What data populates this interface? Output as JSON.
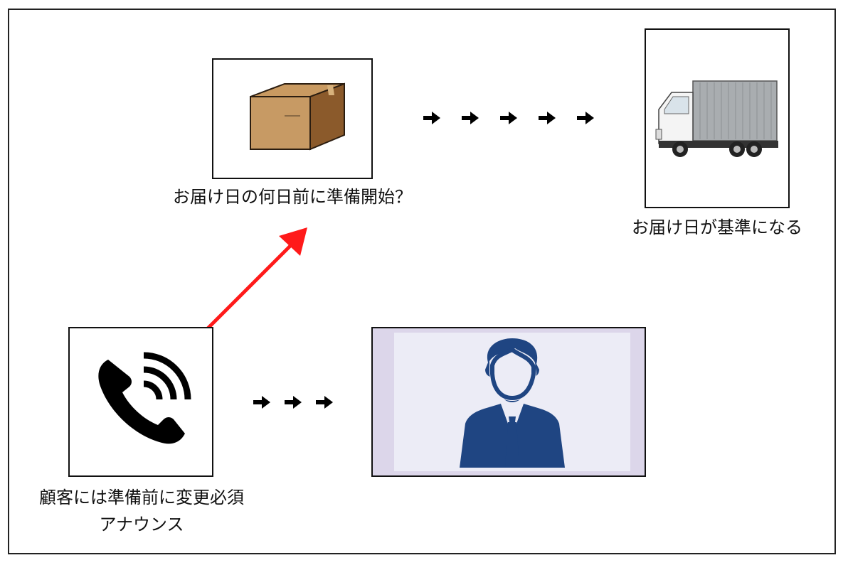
{
  "labels": {
    "box_caption": "お届け日の何日前に準備開始？",
    "truck_caption": "お届け日が基準になる",
    "phone_caption_line1": "顧客には準備前に変更必須",
    "phone_caption_line2": "アナウンス"
  },
  "icons": {
    "box": "cardboard-box-icon",
    "truck": "delivery-truck-icon",
    "phone": "phone-call-icon",
    "person": "businessman-icon"
  },
  "flow": {
    "top_arrow_count": 5,
    "bottom_arrow_count": 3
  },
  "colors": {
    "highlight_arrow": "#ff1a1a",
    "person_fill": "#1f4582",
    "person_bg": "#ececf6",
    "person_frame": "#dcd6ea"
  }
}
